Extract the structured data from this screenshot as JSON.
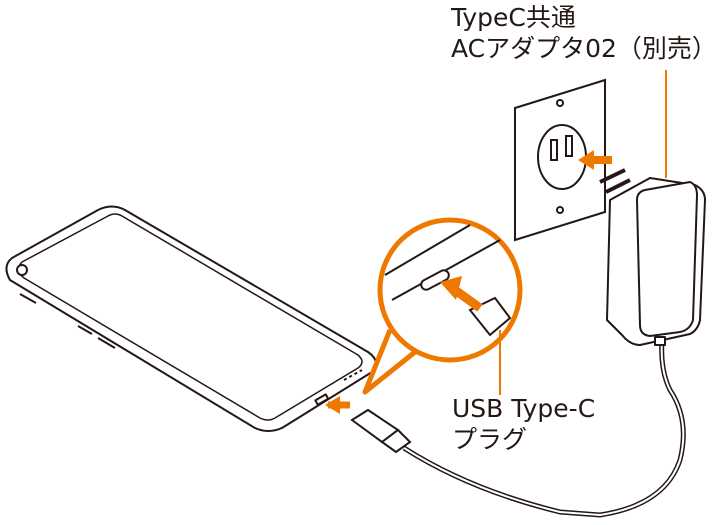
{
  "labels": {
    "adapter_line1": "TypeC共通",
    "adapter_line2": "ACアダプタ02（別売）",
    "plug_line1": "USB Type-C",
    "plug_line2": "プラグ"
  },
  "colors": {
    "accent": "#ee7800",
    "line": "#231815"
  }
}
